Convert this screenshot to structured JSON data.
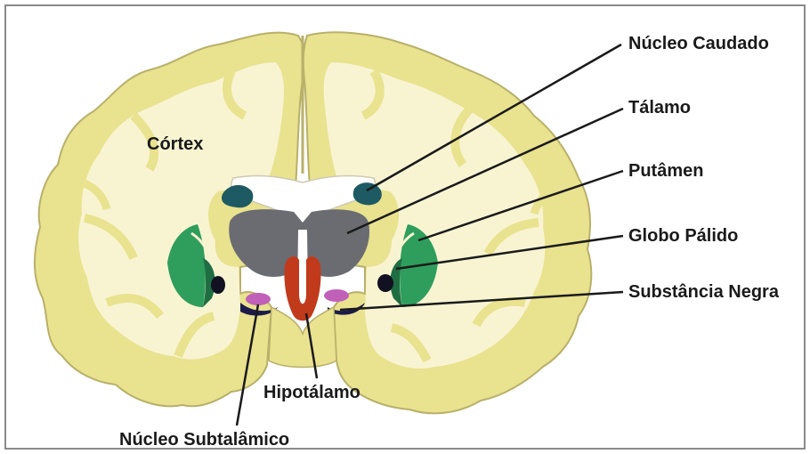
{
  "labels": {
    "cortex": "Córtex",
    "nucleo_caudado": "Núcleo Caudado",
    "talamo": "Tálamo",
    "putamen": "Putâmen",
    "globo_palido": "Globo Pálido",
    "substancia_negra": "Substância Negra",
    "hipotalamo": "Hipotálamo",
    "nucleo_subtalamico": "Núcleo Subtalâmico"
  },
  "colors": {
    "cortex_gray_matter": "#e9e28f",
    "white_matter": "#f8f4d2",
    "caudate": "#1e5a63",
    "thalamus": "#6b6b72",
    "putamen": "#2f9e5d",
    "globus_pallidus": "#1f6e43",
    "substantia_nigra": "#1b1b4a",
    "subthalamic": "#c060b8",
    "hypothalamus": "#c13a1c",
    "ventricles": "#ffffff"
  }
}
